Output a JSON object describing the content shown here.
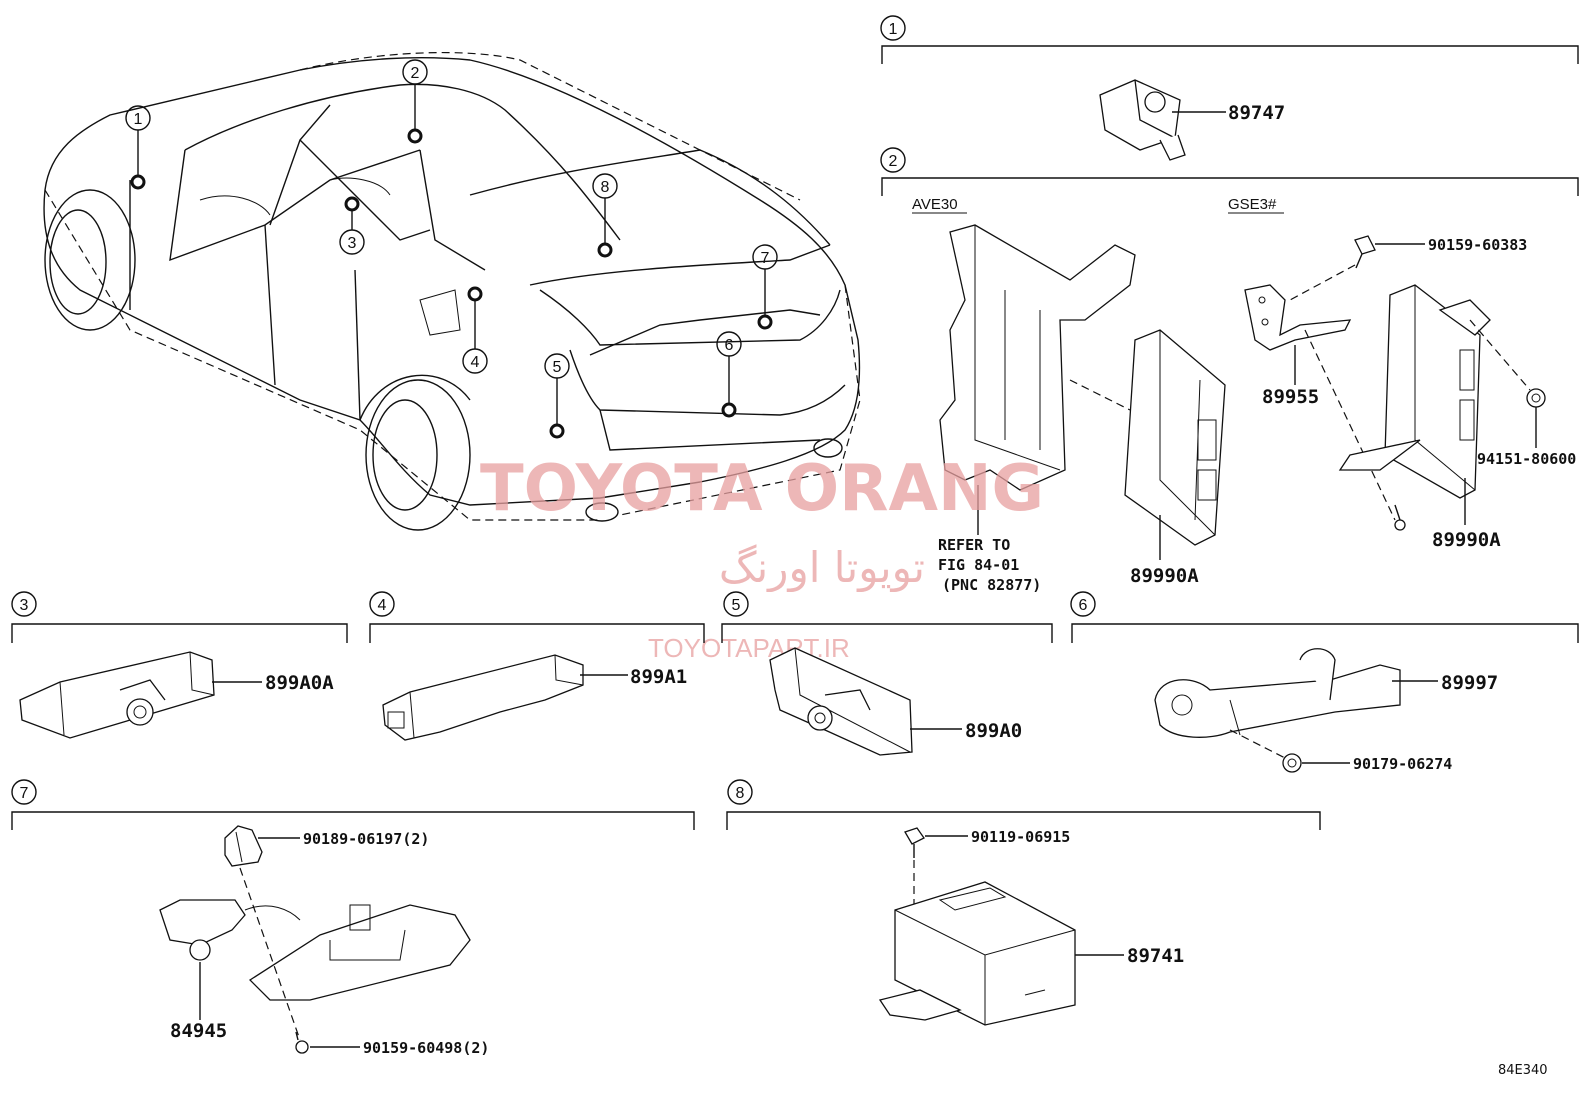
{
  "diagram_id": "84E340",
  "watermarks": {
    "brand": "TOYOTA ORANG",
    "persian": "تویوتا اورنگ",
    "site": "TOYOTAPART.IR"
  },
  "car_callouts": [
    "1",
    "2",
    "3",
    "4",
    "5",
    "6",
    "7",
    "8"
  ],
  "sections": {
    "s1": {
      "num": "1",
      "parts": {
        "p1": "89747"
      }
    },
    "s2": {
      "num": "2",
      "variant_a": "AVE30",
      "variant_b": "GSE3#",
      "refer_line1": "REFER TO",
      "refer_line2": "FIG 84-01",
      "refer_line3": "(PNC 82877)",
      "parts": {
        "ecu_a": "89990A",
        "ecu_b": "89990A",
        "bracket": "89955",
        "bolt": "90159-60383",
        "nut": "94151-80600"
      }
    },
    "s3": {
      "num": "3",
      "parts": {
        "p1": "899A0A"
      }
    },
    "s4": {
      "num": "4",
      "parts": {
        "p1": "899A1"
      }
    },
    "s5": {
      "num": "5",
      "parts": {
        "p1": "899A0"
      }
    },
    "s6": {
      "num": "6",
      "parts": {
        "p1": "89997",
        "p2": "90179-06274"
      }
    },
    "s7": {
      "num": "7",
      "parts": {
        "clip": "90189-06197(2)",
        "p1": "84945",
        "screw": "90159-60498(2)"
      }
    },
    "s8": {
      "num": "8",
      "parts": {
        "bolt": "90119-06915",
        "p1": "89741"
      }
    }
  }
}
